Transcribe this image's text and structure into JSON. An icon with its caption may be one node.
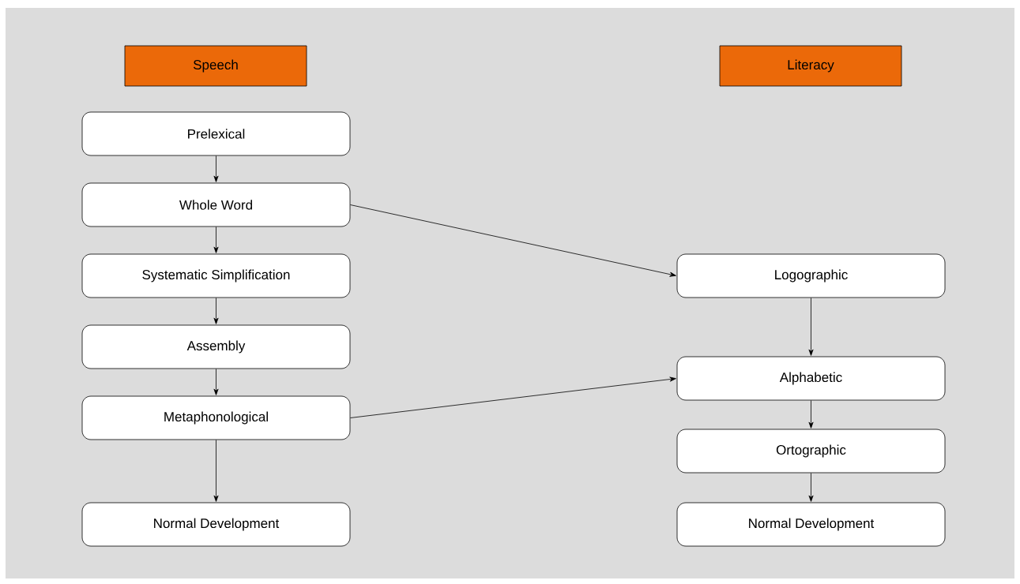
{
  "diagram": {
    "nodes": [
      {
        "text": [
          "Speech"
        ]
      },
      {
        "text": [
          "Literacy"
        ]
      },
      {
        "text": [
          "Prelexical"
        ]
      },
      {
        "text": [
          "Whole Word"
        ]
      },
      {
        "text": [
          "Systematic Simplification"
        ]
      },
      {
        "text": [
          "Assembly"
        ]
      },
      {
        "text": [
          "Metaphonological"
        ]
      },
      {
        "text": [
          "Normal Development"
        ]
      },
      {
        "text": [
          "Logographic"
        ]
      },
      {
        "text": [
          "Alphabetic"
        ]
      },
      {
        "text": [
          "Ortographic"
        ]
      },
      {
        "text": [
          "Normal Development"
        ]
      }
    ],
    "edges": [
      {
        "from": 2,
        "to": 3,
        "arrow": "to"
      },
      {
        "from": 3,
        "to": 4,
        "arrow": "to"
      },
      {
        "from": 4,
        "to": 5,
        "arrow": "to"
      },
      {
        "from": 5,
        "to": 6,
        "arrow": "to"
      },
      {
        "from": 6,
        "to": 7,
        "arrow": "to"
      },
      {
        "from": 3,
        "to": 8,
        "arrow": "to"
      },
      {
        "from": 8,
        "to": 9,
        "arrow": "to"
      },
      {
        "from": 6,
        "to": 9,
        "arrow": "to"
      },
      {
        "from": 9,
        "to": 10,
        "arrow": "to"
      },
      {
        "from": 10,
        "to": 11,
        "arrow": "to"
      }
    ]
  }
}
